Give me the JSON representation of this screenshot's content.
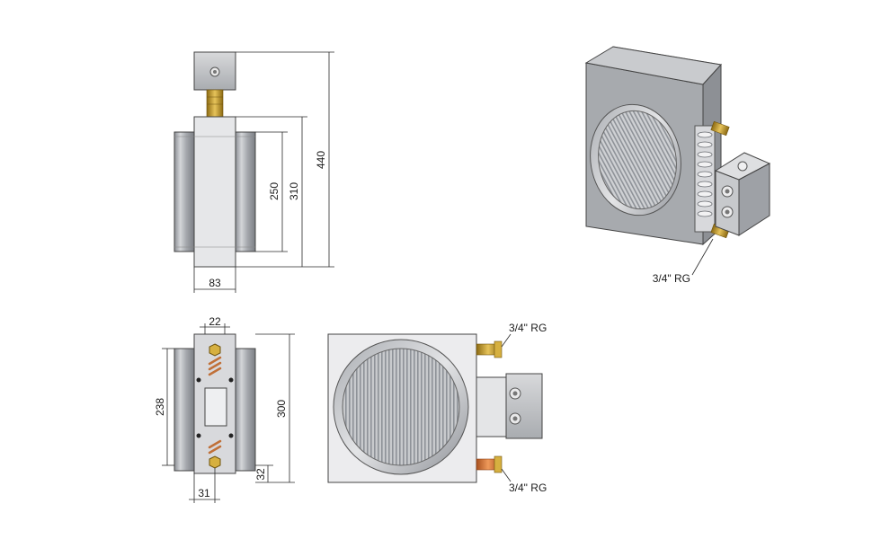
{
  "dimensions": {
    "front_height_total": "440",
    "front_inner_height": "310",
    "front_duct_height": "250",
    "front_width": "83",
    "side_top_width": "22",
    "side_left_height": "238",
    "side_right_height": "300",
    "side_bottom_offset": "32",
    "side_bottom_width": "31"
  },
  "labels": {
    "connection_iso": "3/4\" RG",
    "connection_top": "3/4\" RG",
    "connection_bottom": "3/4\" RG"
  },
  "colors": {
    "metal_light": "#d9dadc",
    "metal_mid": "#b7b9bd",
    "metal_dark": "#7f8389",
    "brass": "#c9a233",
    "copper": "#d0783a",
    "fins": "#9a9ea4"
  }
}
